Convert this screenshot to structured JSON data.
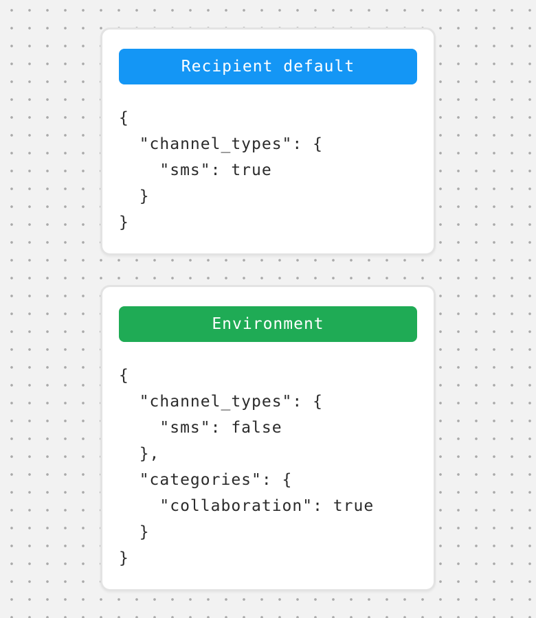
{
  "canvas": {
    "background_color": "#f2f2f2",
    "dot_color": "#a9a9a9"
  },
  "cards": [
    {
      "id": "recipient-default",
      "header": {
        "label": "Recipient default",
        "color": "#1496f5"
      },
      "code_lines": [
        "{",
        "  \"channel_types\": {",
        "    \"sms\": true",
        "  }",
        "}"
      ]
    },
    {
      "id": "environment",
      "header": {
        "label": "Environment",
        "color": "#1fab55"
      },
      "code_lines": [
        "{",
        "  \"channel_types\": {",
        "    \"sms\": false",
        "  },",
        "  \"categories\": {",
        "    \"collaboration\": true",
        "  }",
        "}"
      ]
    }
  ]
}
